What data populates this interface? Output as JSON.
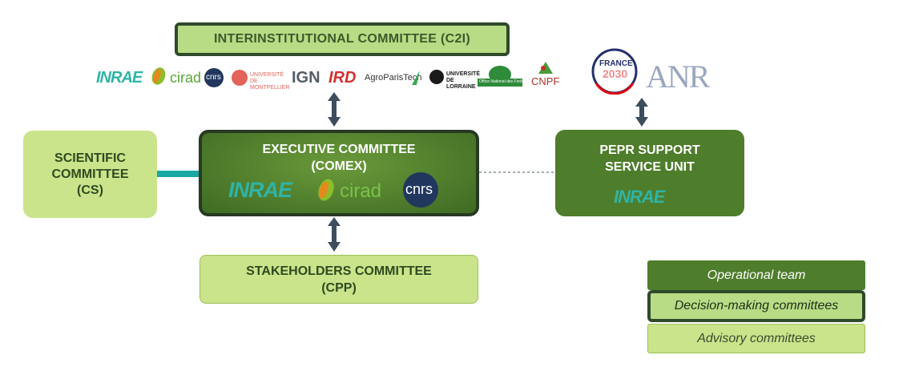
{
  "committees": {
    "c2i": "INTERINSTITUTIONAL COMMITTEE (C2I)",
    "cs_line1": "SCIENTIFIC",
    "cs_line2": "COMMITTEE",
    "cs_line3": "(CS)",
    "comex_line1": "EXECUTIVE COMMITTEE",
    "comex_line2": "(COMEX)",
    "pepr_line1": "PEPR SUPPORT",
    "pepr_line2": "SERVICE UNIT",
    "cpp_line1": "STAKEHOLDERS COMMITTEE",
    "cpp_line2": "(CPP)"
  },
  "legend": {
    "operational": "Operational team",
    "decision": "Decision-making committees",
    "advisory": "Advisory committees"
  },
  "partner_logos": {
    "inrae": "INRAE",
    "cirad": "cirad",
    "cnrs": "cnrs",
    "umontpellier": "UNIVERSITÉ DE MONTPELLIER",
    "ign": "IGN",
    "ird": "IRD",
    "agroparistech": "AgroParisTech",
    "ulorraine": "UNIVERSITÉ DE LORRAINE",
    "onf": "Office National des Forêts",
    "cnpf": "CNPF",
    "france2030_a": "FRANCE",
    "france2030_b": "2030",
    "anr": "ANR"
  },
  "colors": {
    "dark_green": "#4e7d2c",
    "light_green": "#c9e48a",
    "mid_green": "#b7dc85",
    "border_dark": "#2f4a2a",
    "inrae_teal": "#2fb4a6"
  }
}
